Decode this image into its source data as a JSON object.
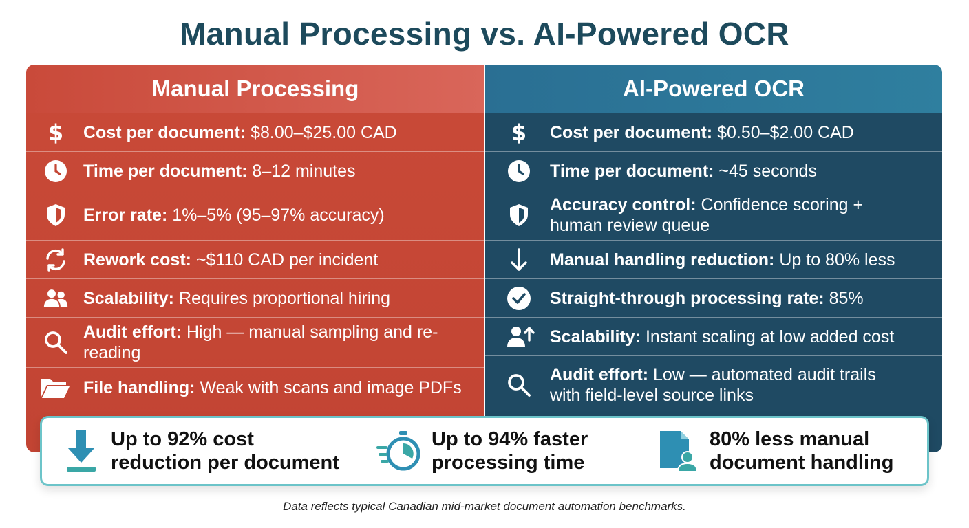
{
  "title": "Manual Processing vs. AI-Powered OCR",
  "manual": {
    "heading": "Manual Processing",
    "rows": [
      {
        "icon": "dollar-icon",
        "label": "Cost per document:",
        "value": "$8.00–$25.00 CAD"
      },
      {
        "icon": "clock-icon",
        "label": "Time per document:",
        "value": "8–12 minutes"
      },
      {
        "icon": "shield-icon",
        "label": "Error rate:",
        "value": "1%–5% (95–97% accuracy)"
      },
      {
        "icon": "refresh-icon",
        "label": "Rework cost:",
        "value": "~$110 CAD per incident"
      },
      {
        "icon": "people-icon",
        "label": "Scalability:",
        "value": "Requires proportional hiring"
      },
      {
        "icon": "magnifier-icon",
        "label": "Audit effort:",
        "value": "High — manual sampling and re-reading"
      },
      {
        "icon": "folder-icon",
        "label": "File handling:",
        "value": "Weak with scans and image PDFs"
      }
    ]
  },
  "ocr": {
    "heading": "AI-Powered OCR",
    "rows": [
      {
        "icon": "dollar-icon",
        "label": "Cost per document:",
        "value": "$0.50–$2.00 CAD"
      },
      {
        "icon": "clock-icon",
        "label": "Time per document:",
        "value": "~45 seconds"
      },
      {
        "icon": "shield-icon",
        "label": "Accuracy control:",
        "value": "Confidence scoring + human review queue"
      },
      {
        "icon": "arrow-down-icon",
        "label": "Manual handling reduction:",
        "value": "Up to 80% less"
      },
      {
        "icon": "check-circle-icon",
        "label": "Straight-through processing rate:",
        "value": "85%"
      },
      {
        "icon": "person-up-icon",
        "label": "Scalability:",
        "value": "Instant scaling at low added cost"
      },
      {
        "icon": "magnifier-icon",
        "label": "Audit effort:",
        "value": "Low — automated audit trails with field-level source links"
      }
    ]
  },
  "banner": {
    "stats": [
      {
        "icon": "download-icon",
        "line1": "Up to 92% cost",
        "line2": "reduction per document"
      },
      {
        "icon": "stopwatch-icon",
        "line1": "Up to 94% faster",
        "line2": "processing time"
      },
      {
        "icon": "document-user-icon",
        "line1": "80% less manual",
        "line2": "document handling"
      }
    ]
  },
  "footnote": "Data reflects typical Canadian mid-market document automation benchmarks.",
  "colors": {
    "title": "#1d4a5c",
    "manual_panel": "#c24433",
    "manual_header": "#d9665a",
    "ocr_panel": "#1f4a63",
    "ocr_header": "#2f7f9f",
    "banner_border": "#6cc4c9",
    "banner_icon": "#2e8fb3"
  }
}
